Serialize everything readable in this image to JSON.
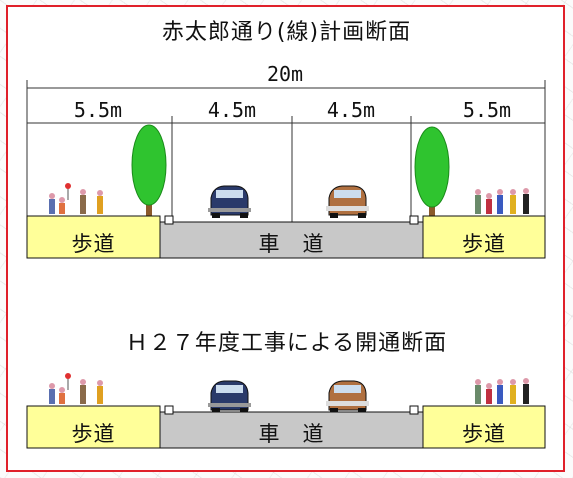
{
  "plan": {
    "title": "赤太郎通り(線)計画断面",
    "total_width": "20m",
    "segments": [
      "5.5m",
      "4.5m",
      "4.5m",
      "5.5m"
    ],
    "left_sidewalk_label": "歩道",
    "roadway_label": "車　道",
    "right_sidewalk_label": "歩道"
  },
  "current": {
    "title": "Ｈ２７年度工事による開通断面",
    "left_sidewalk_label": "歩道",
    "roadway_label": "車　道",
    "right_sidewalk_label": "歩道"
  },
  "colors": {
    "frame": "#e0202a",
    "sidewalk": "#ffff99",
    "roadway": "#c8c8c8",
    "tree": "#33cc33",
    "car": "#2a3a6a"
  }
}
